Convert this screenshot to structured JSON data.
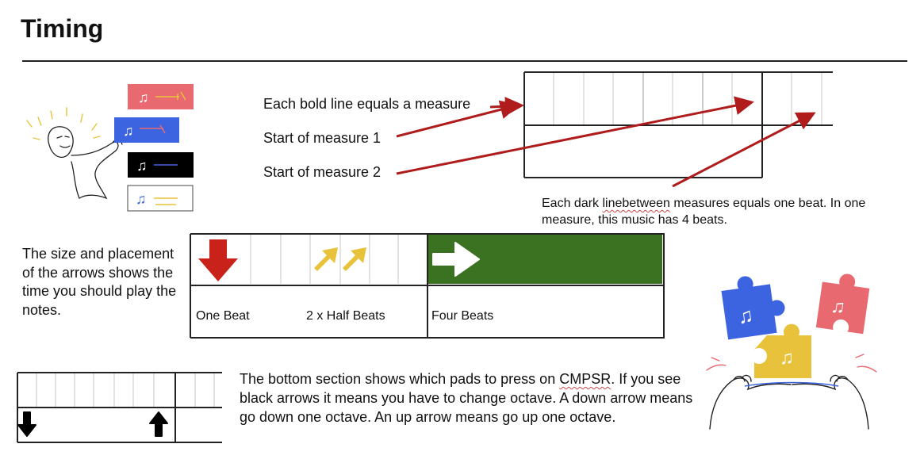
{
  "title": "Timing",
  "measure_labels": {
    "bold_line": "Each bold line equals a measure",
    "start_1": "Start of measure 1",
    "start_2": "Start of measure 2"
  },
  "beat_note": {
    "part1": "Each dark ",
    "squiggle": "linebetween",
    "part2": " measures equals one beat. In one measure, this music has 4 beats."
  },
  "arrows_note": "The size and placement of the arrows shows the time you should play the notes.",
  "beat_labels": {
    "one": "One Beat",
    "half": "2 x Half Beats",
    "four": "Four Beats"
  },
  "bottom_note": {
    "part1": "The bottom section shows which pads to press on ",
    "squiggle": "CMPSR",
    "part2": ". If you see black arrows it means you have to change octave. A down arrow means go down one octave. An up arrow means go up one octave."
  },
  "colors": {
    "red": "#c9221a",
    "yellow": "#e8c23a",
    "green": "#3a7222",
    "annotation_arrow": "#b01c1c",
    "card_red": "#e86a70",
    "card_blue": "#3d64e0",
    "card_black": "#000000"
  },
  "icons": [
    "music-note-icon",
    "down-arrow-icon",
    "up-arrow-icon",
    "right-arrow-icon",
    "up-right-arrow-icon"
  ]
}
